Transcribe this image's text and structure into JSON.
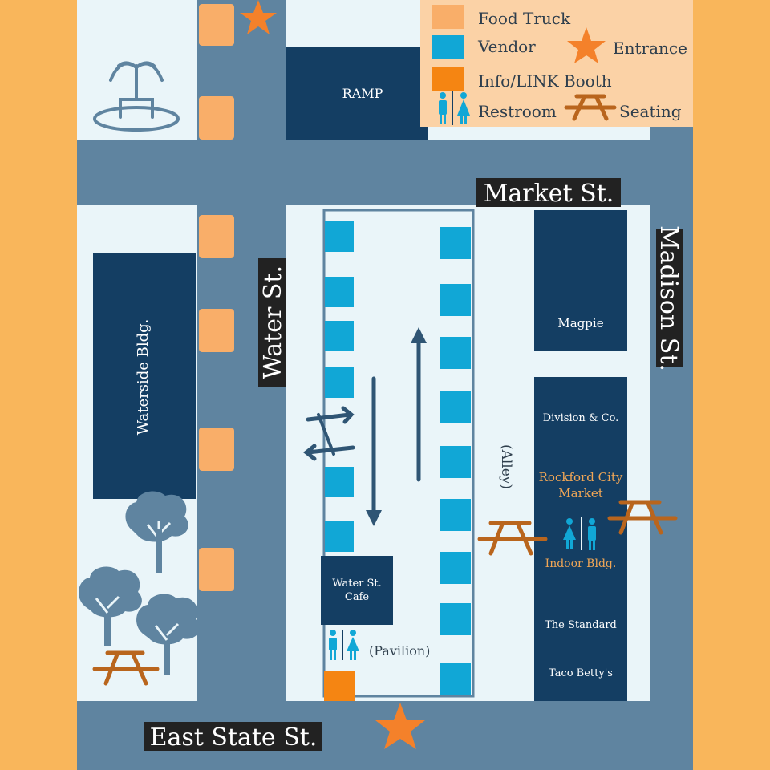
{
  "colors": {
    "border": "#f9b65b",
    "street": "#5f84a0",
    "block": "#eaf5f9",
    "building": "#143e63",
    "vendor": "#11a7d6",
    "food_truck": "#f9ae69",
    "info_booth": "#f58512",
    "entrance": "#f4812a",
    "seating": "#b9651d",
    "restroom": "#11a7d6",
    "tree": "#5f84a0",
    "legend_bg": "#fbd2a6"
  },
  "legend": {
    "food_truck": "Food Truck",
    "vendor": "Vendor",
    "entrance": "Entrance",
    "info_booth": "Info/LINK Booth",
    "restroom": "Restroom",
    "seating": "Seating"
  },
  "streets": {
    "market": "Market St.",
    "water": "Water St.",
    "madison": "Madison St.",
    "east_state": "East State St."
  },
  "buildings": {
    "ramp": "RAMP",
    "waterside": "Waterside Bldg.",
    "magpie": "Magpie",
    "division": "Division & Co.",
    "rcm_line1": "Rockford City",
    "rcm_line2": "Market",
    "indoor": "Indoor Bldg.",
    "standard": "The Standard",
    "taco": "Taco Betty's",
    "cafe_line1": "Water St.",
    "cafe_line2": "Cafe"
  },
  "labels": {
    "alley": "(Alley)",
    "pavilion": "(Pavilion)"
  },
  "icons": {
    "fountain": "fountain-icon",
    "tree": "tree-icon",
    "picnic_table": "picnic-table-icon",
    "restroom": "restroom-icon",
    "star": "entrance-star-icon",
    "arrow": "traffic-arrow-icon"
  }
}
